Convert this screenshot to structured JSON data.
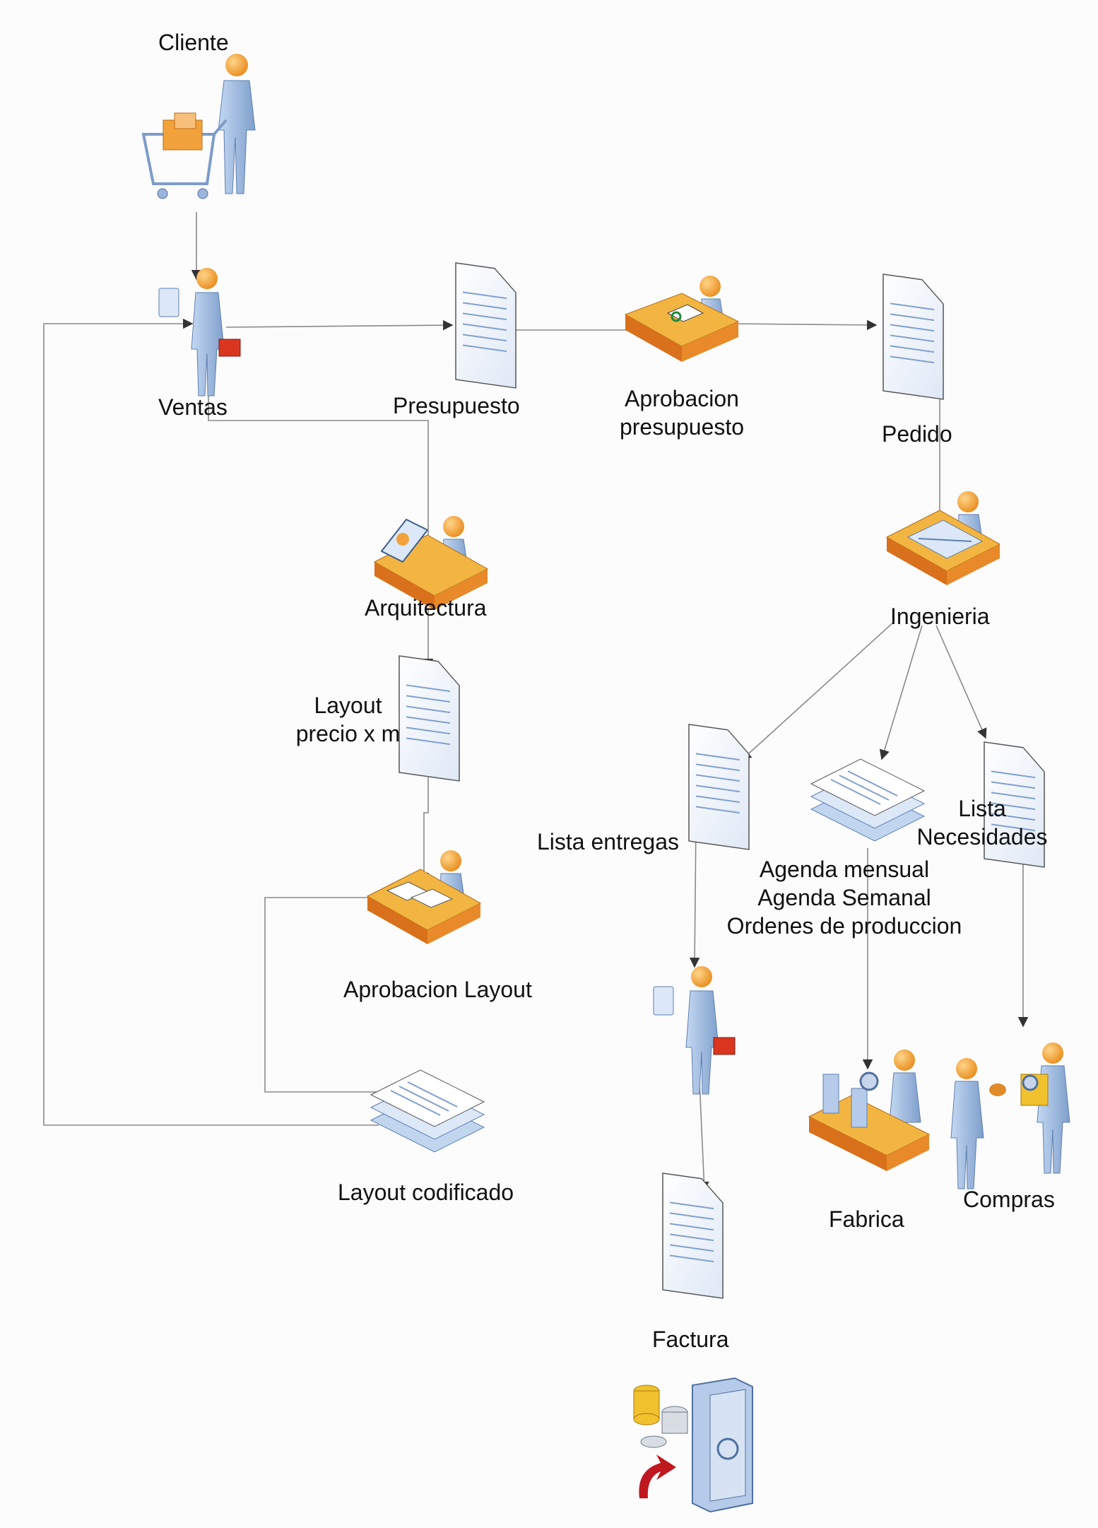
{
  "diagram": {
    "nodes": {
      "cliente": {
        "label": "Cliente",
        "icon": "customer-with-cart-icon"
      },
      "ventas": {
        "label": "Ventas",
        "icon": "salesperson-icon"
      },
      "presupuesto": {
        "label": "Presupuesto",
        "icon": "document-icon"
      },
      "aprobacion_presupuesto": {
        "line1": "Aprobacion",
        "line2": "presupuesto",
        "icon": "person-at-desk-icon"
      },
      "pedido": {
        "label": "Pedido",
        "icon": "document-icon"
      },
      "ingenieria": {
        "label": "Ingenieria",
        "icon": "engineer-at-drafting-table-icon"
      },
      "arquitectura": {
        "label": "Arquitectura",
        "icon": "designer-at-desk-icon"
      },
      "layout_precio": {
        "line1": "Layout",
        "line2": "precio x m",
        "icon": "document-icon"
      },
      "aprobacion_layout": {
        "label": "Aprobacion Layout",
        "icon": "person-reviewing-documents-icon"
      },
      "layout_codificado": {
        "label": "Layout codificado",
        "icon": "document-stack-icon"
      },
      "lista_entregas": {
        "label": "Lista entregas",
        "icon": "document-icon"
      },
      "agenda": {
        "line1": "Agenda mensual",
        "line2": "Agenda Semanal",
        "line3": "Ordenes de produccion",
        "icon": "document-stack-icon"
      },
      "lista_necesidades": {
        "line1": "Lista",
        "line2": "Necesidades",
        "icon": "document-icon"
      },
      "despacho": {
        "icon": "salesperson-icon"
      },
      "fabrica": {
        "label": "Fabrica",
        "icon": "factory-assembly-line-icon"
      },
      "compras": {
        "label": "Compras",
        "icon": "purchasing-exchange-icon"
      },
      "factura": {
        "label": "Factura",
        "icon": "document-icon"
      },
      "cobro": {
        "icon": "coins-and-safe-icon"
      }
    },
    "colors": {
      "person": "#a8c4e8",
      "person_shade": "#6f93c4",
      "head": "#f4a836",
      "desk_top": "#f3b542",
      "desk_front": "#d9701c",
      "document": "#ffffff",
      "document_lines": "#7f9fcf",
      "connector": "#888888",
      "arrow_red": "#c0181f"
    }
  }
}
